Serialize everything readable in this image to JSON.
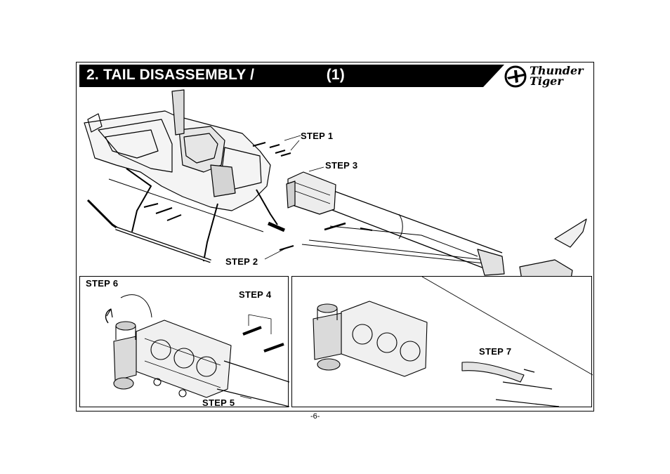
{
  "header": {
    "title": "2. TAIL DISASSEMBLY /                 (1)",
    "logo": {
      "line1": "Thunder",
      "line2": "Tiger"
    }
  },
  "steps": {
    "step1": "STEP 1",
    "step2": "STEP 2",
    "step3": "STEP 3",
    "step4": "STEP 4",
    "step5": "STEP 5",
    "step6": "STEP 6",
    "step7": "STEP 7"
  },
  "footer": {
    "page_number": "-6-"
  },
  "colors": {
    "title_bar": "#000000",
    "title_text": "#ffffff",
    "line": "#000000",
    "background": "#ffffff"
  },
  "icons": {
    "logo_emblem": "airplane-in-circle-icon"
  }
}
